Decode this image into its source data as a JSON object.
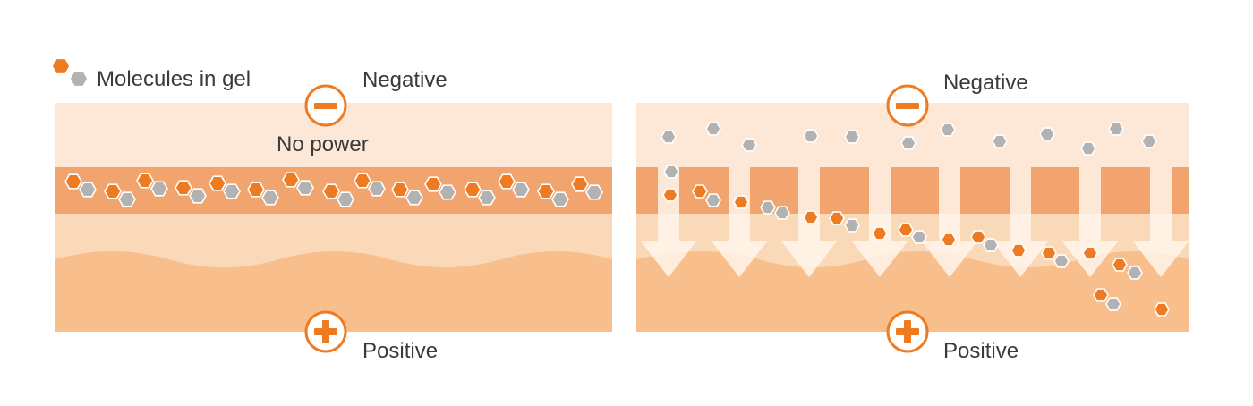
{
  "legend": {
    "label": "Molecules in gel",
    "colors": {
      "orange": "#ee7a22",
      "gray": "#b2b2b2"
    }
  },
  "left_panel": {
    "negative_label": "Negative",
    "positive_label": "Positive",
    "state_label": "No power",
    "negative_icon": "minus-icon",
    "positive_icon": "plus-icon"
  },
  "right_panel": {
    "negative_label": "Negative",
    "positive_label": "Positive",
    "negative_icon": "minus-icon",
    "positive_icon": "plus-icon"
  },
  "colors": {
    "top_layer": "#fde8d8",
    "gel_band": "#f2a46f",
    "mid_layer": "#fad9b8",
    "bottom_layer": "#f8bf8c",
    "accent": "#ee7a22",
    "arrow": "#fff4ea"
  }
}
